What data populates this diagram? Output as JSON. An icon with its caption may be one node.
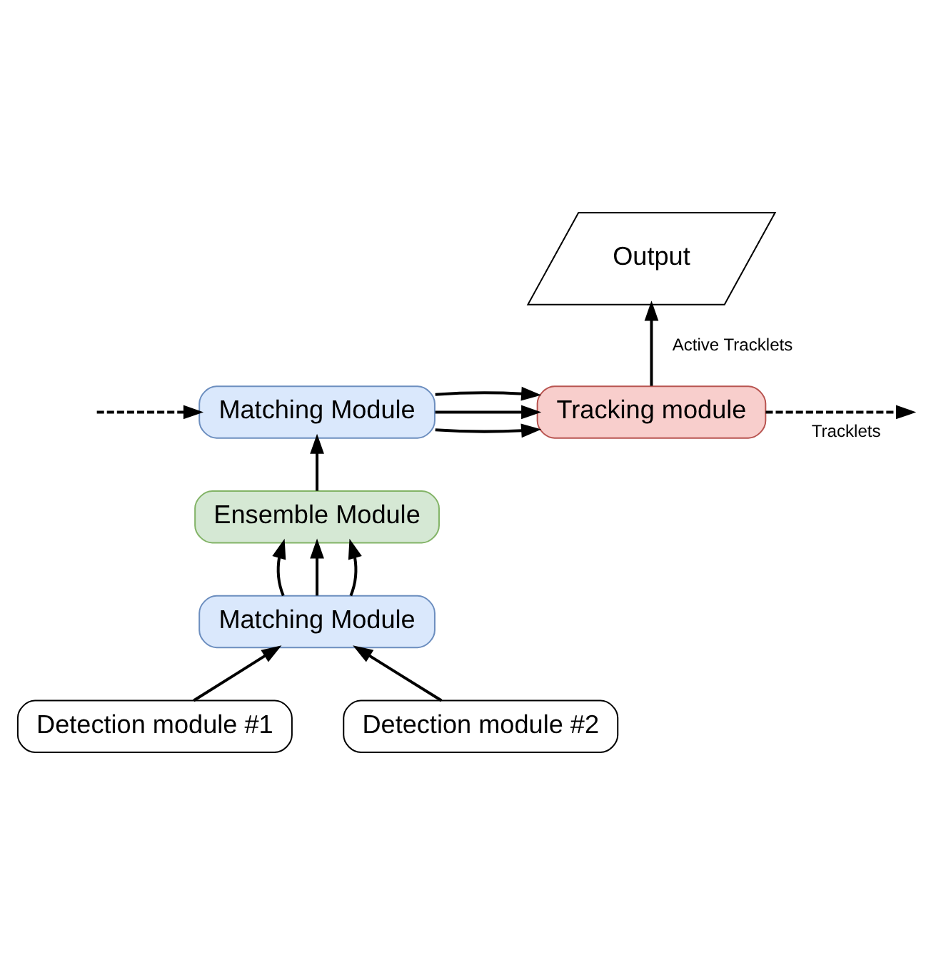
{
  "diagram": {
    "nodes": [
      {
        "text": [
          "Output"
        ]
      },
      {
        "text": [
          "Matching Module"
        ]
      },
      {
        "text": [
          "Tracking module"
        ]
      },
      {
        "text": [
          "Ensemble Module"
        ]
      },
      {
        "text": [
          "Matching Module"
        ]
      },
      {
        "text": [
          "Detection module #1"
        ]
      },
      {
        "text": [
          "Detection module #2"
        ]
      }
    ],
    "edges": [
      {
        "from": null,
        "to": 1,
        "arrow": "to",
        "style": "dashed"
      },
      {
        "from": 1,
        "to": 2,
        "arrow": "to"
      },
      {
        "from": 1,
        "to": 2,
        "arrow": "to"
      },
      {
        "from": 1,
        "to": 2,
        "arrow": "to"
      },
      {
        "from": 2,
        "to": 0,
        "arrow": "to",
        "label": "Active Tracklets"
      },
      {
        "from": 2,
        "to": null,
        "arrow": "to",
        "style": "dashed",
        "label": "Tracklets"
      },
      {
        "from": 3,
        "to": 1,
        "arrow": "to"
      },
      {
        "from": 4,
        "to": 3,
        "arrow": "to"
      },
      {
        "from": 4,
        "to": 3,
        "arrow": "to"
      },
      {
        "from": 4,
        "to": 3,
        "arrow": "to"
      },
      {
        "from": 5,
        "to": 4,
        "arrow": "to"
      },
      {
        "from": 6,
        "to": 4,
        "arrow": "to"
      }
    ]
  }
}
